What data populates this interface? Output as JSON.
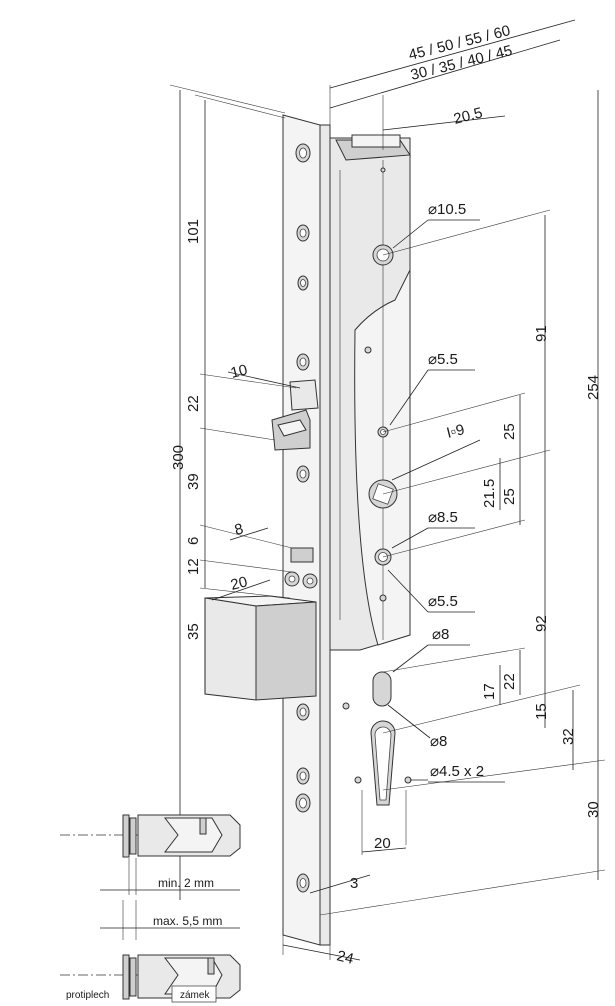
{
  "dimensions": {
    "backset_top": "45 / 50 / 55 / 60",
    "backset_bottom": "30 / 35 / 40 / 45",
    "d20_5": "20.5",
    "d101": "101",
    "d300": "300",
    "d22": "22",
    "d10": "10",
    "d39": "39",
    "d8": "8",
    "d6": "6",
    "d12": "12",
    "d20_bolt": "20",
    "d35": "35",
    "dia10_5": "⌀10.5",
    "d91": "91",
    "d254": "254",
    "dia5_5_top": "⌀5.5",
    "sq9": "I▫9",
    "d25a": "25",
    "d21_5": "21.5",
    "d25b": "25",
    "dia8_5": "⌀8.5",
    "dia5_5_bottom": "⌀5.5",
    "d92": "92",
    "dia8_top": "⌀8",
    "d22b": "22",
    "d17": "17",
    "d15": "15",
    "d32": "32",
    "dia8_bottom": "⌀8",
    "dia4_5": "⌀4.5 x 2",
    "d30": "30",
    "d20_cyl": "20",
    "d3": "3",
    "d24": "24"
  },
  "inset": {
    "min_label": "min. 2 mm",
    "max_label": "max. 5,5 mm",
    "strike_label": "protiplech",
    "lock_label": "zámek"
  }
}
